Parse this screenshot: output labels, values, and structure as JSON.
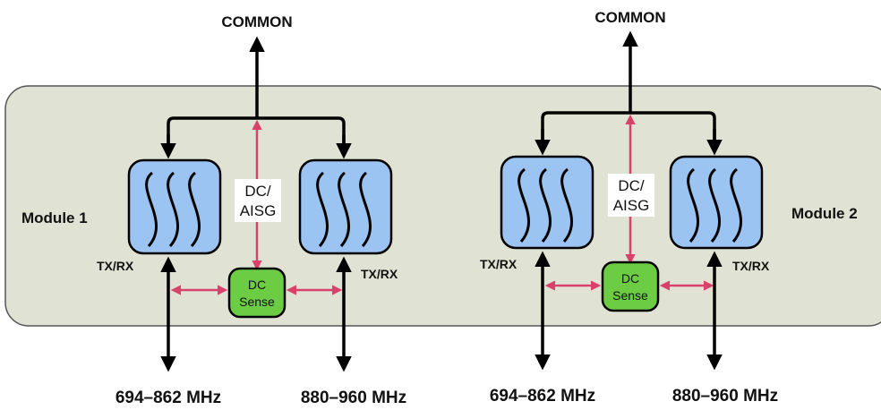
{
  "modules": [
    {
      "name": "Module 1",
      "common_label": "COMMON",
      "dc_label_line1": "DC/",
      "dc_label_line2": "AISG",
      "left_port_label": "TX/RX",
      "right_port_label": "TX/RX",
      "sense_line1": "DC",
      "sense_line2": "Sense",
      "left_band": "694–862 MHz",
      "right_band": "880–960 MHz"
    },
    {
      "name": "Module 2",
      "common_label": "COMMON",
      "dc_label_line1": "DC/",
      "dc_label_line2": "AISG",
      "left_port_label": "TX/RX",
      "right_port_label": "TX/RX",
      "sense_line1": "DC",
      "sense_line2": "Sense",
      "left_band": "694–862 MHz",
      "right_band": "880–960 MHz"
    }
  ],
  "colors": {
    "panel_fill": "#e0e3d3",
    "panel_stroke": "#555555",
    "filter_fill": "#9cc4f2",
    "sense_fill": "#6ccd45",
    "dc_arrow": "#d9416a",
    "signal_arrow": "#000000"
  }
}
